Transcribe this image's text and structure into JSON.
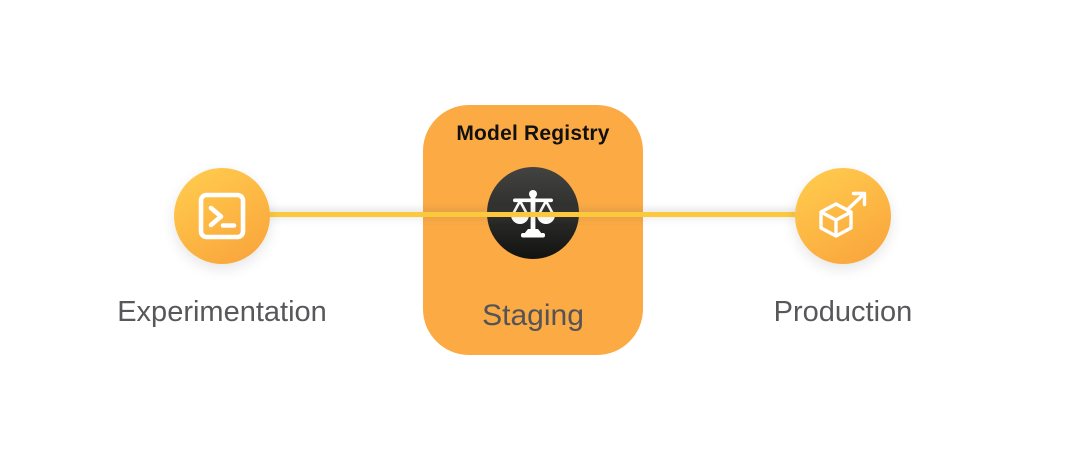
{
  "diagram": {
    "registry": {
      "title": "Model Registry",
      "stage_label": "Staging",
      "icon": "balance-scale-icon"
    },
    "stages": {
      "experimentation": {
        "label": "Experimentation",
        "icon": "terminal-icon"
      },
      "production": {
        "label": "Production",
        "icon": "deploy-cube-icon"
      }
    },
    "colors": {
      "background": "#FFFFFF",
      "box_orange": "#FBAA44",
      "circle_gradient_start": "#FFCE50",
      "circle_gradient_end": "#F9A23B",
      "connector_yellow": "#FCC93C",
      "dark_badge_top": "#434341",
      "dark_badge_bottom": "#121210",
      "label_gray": "#58585A",
      "title_black": "#111111"
    }
  }
}
